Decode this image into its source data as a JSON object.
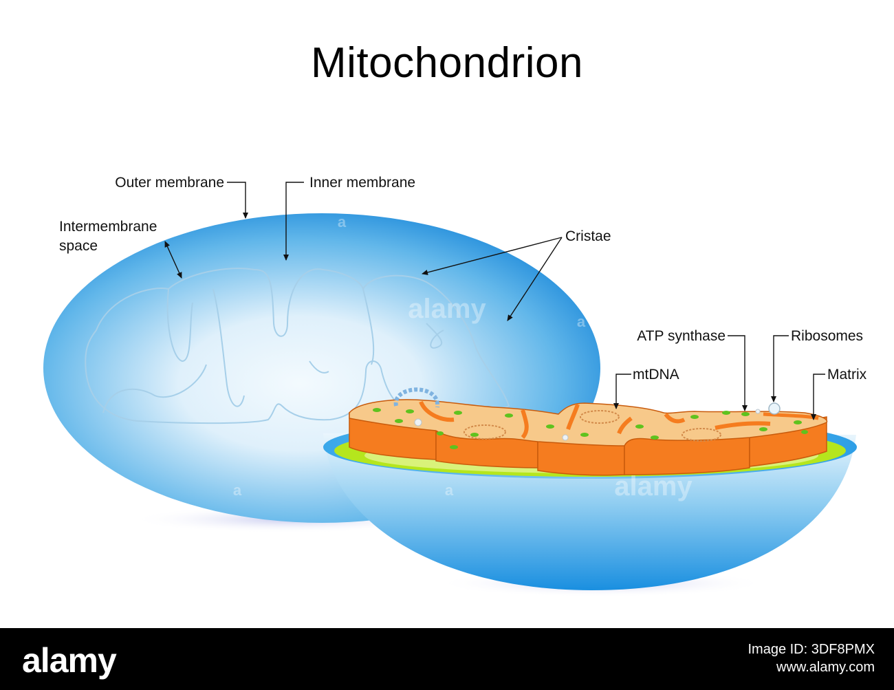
{
  "title": "Mitochondrion",
  "labels": {
    "outer_membrane": "Outer membrane",
    "inner_membrane": "Inner membrane",
    "intermembrane_space_line1": "Intermembrane",
    "intermembrane_space_line2": "space",
    "cristae": "Cristae",
    "atp_synthase": "ATP synthase",
    "ribosomes": "Ribosomes",
    "mtdna": "mtDNA",
    "matrix": "Matrix"
  },
  "watermark": {
    "text": "alamy",
    "marks": [
      "a",
      "a",
      "a",
      "a"
    ]
  },
  "footer": {
    "logo": "alamy",
    "image_id": "Image ID: 3DF8PMX",
    "site": "www.alamy.com"
  },
  "colors": {
    "organelle_blue": "#1a8fe0",
    "organelle_light": "#e9f5fc",
    "inner_membrane_line": "#9cc8e6",
    "membrane_orange": "#f57c1f",
    "matrix_beige": "#f7c98a",
    "intermembrane_green": "#b5e61d",
    "ribosome_green": "#5fc21e",
    "footer_bg": "#000000"
  }
}
